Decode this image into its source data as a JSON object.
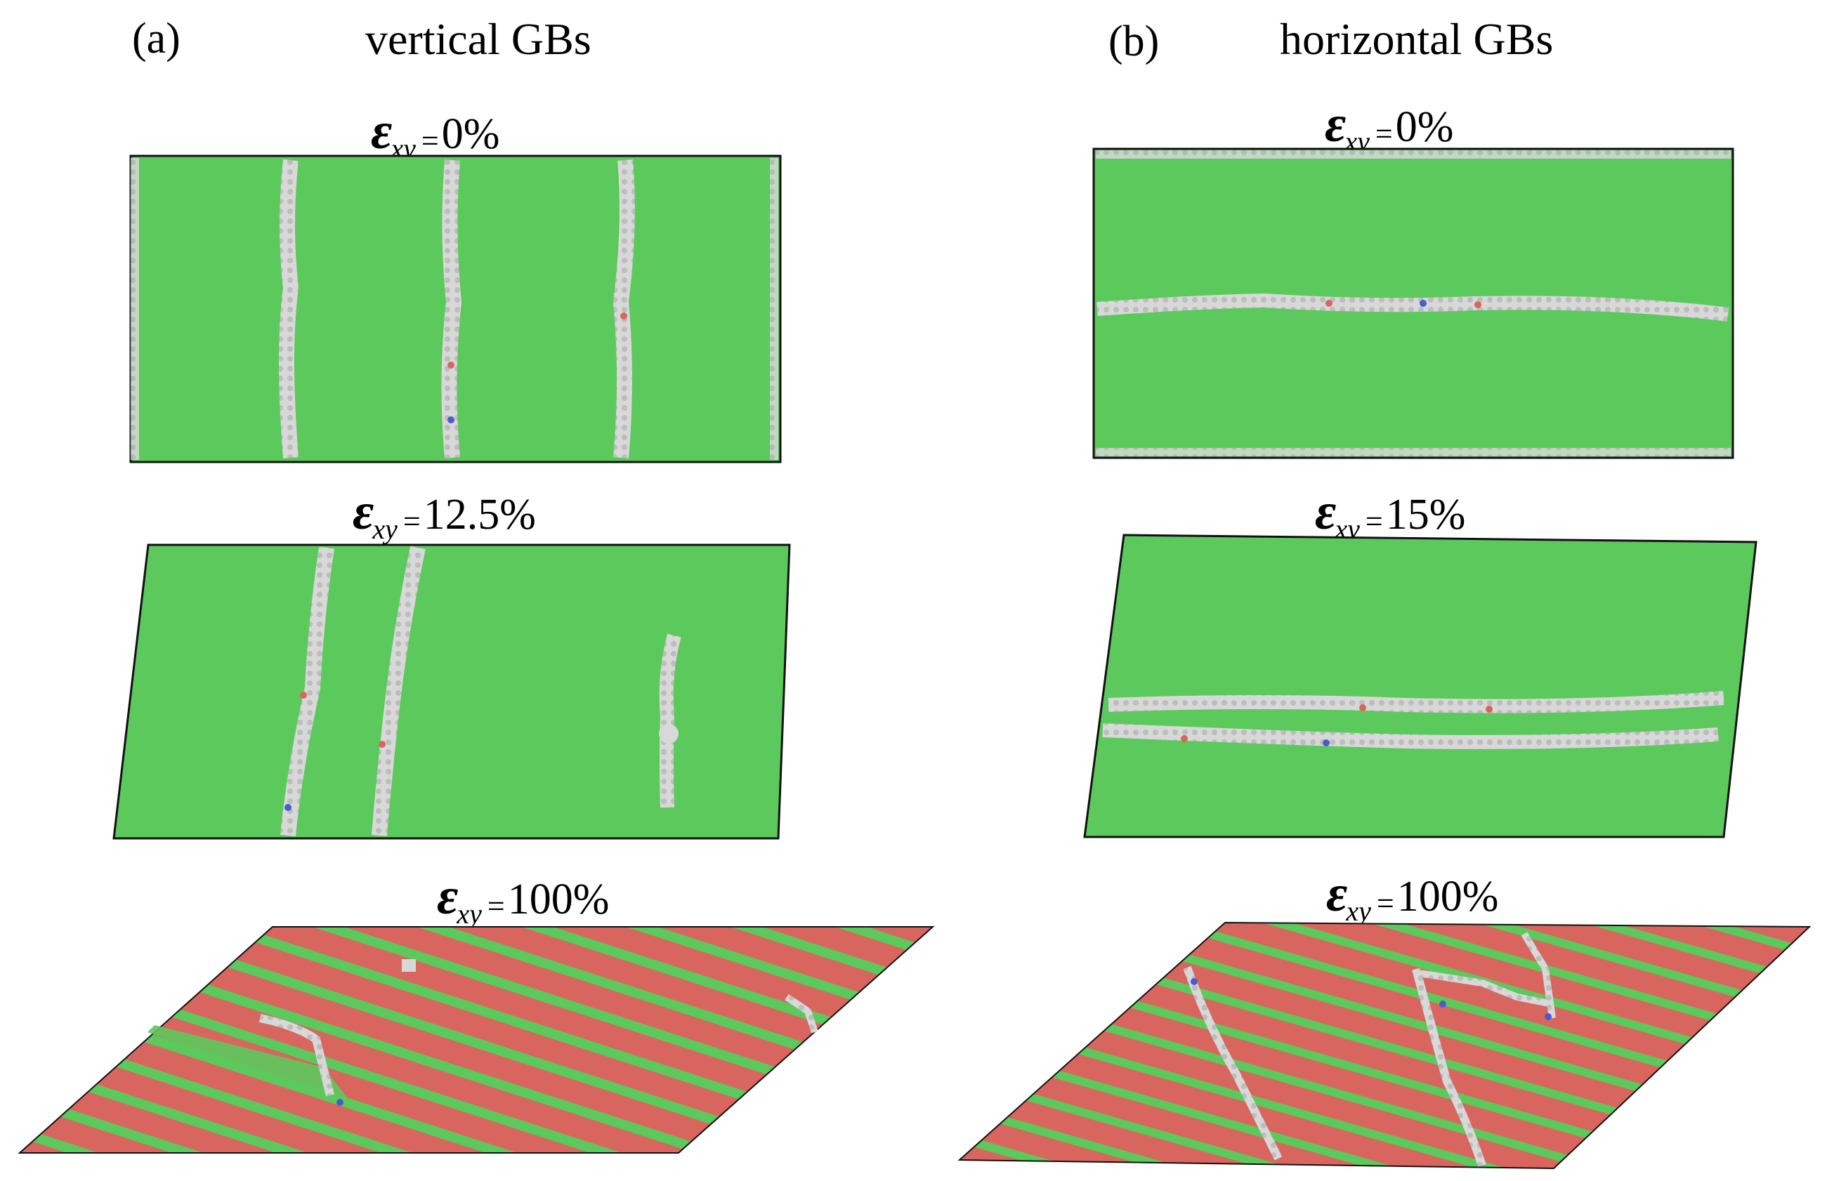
{
  "panels": [
    {
      "letter": "(a)",
      "title": "vertical GBs",
      "rows": [
        {
          "symbol": "ε",
          "subscript": "xy",
          "equals": "=",
          "value": "0%"
        },
        {
          "symbol": "ε",
          "subscript": "xy",
          "equals": "=",
          "value": "12.5%"
        },
        {
          "symbol": "ε",
          "subscript": "xy",
          "equals": "=",
          "value": "100%"
        }
      ]
    },
    {
      "letter": "(b)",
      "title": "horizontal GBs",
      "rows": [
        {
          "symbol": "ε",
          "subscript": "xy",
          "equals": "=",
          "value": "0%"
        },
        {
          "symbol": "ε",
          "subscript": "xy",
          "equals": "=",
          "value": "15%"
        },
        {
          "symbol": "ε",
          "subscript": "xy",
          "equals": "=",
          "value": "100%"
        }
      ]
    }
  ],
  "colors": {
    "fcc_green": "#5cc95c",
    "gb_grey": "#d8d8d8",
    "hcp_red": "#d9655f",
    "outline": "#111111"
  }
}
